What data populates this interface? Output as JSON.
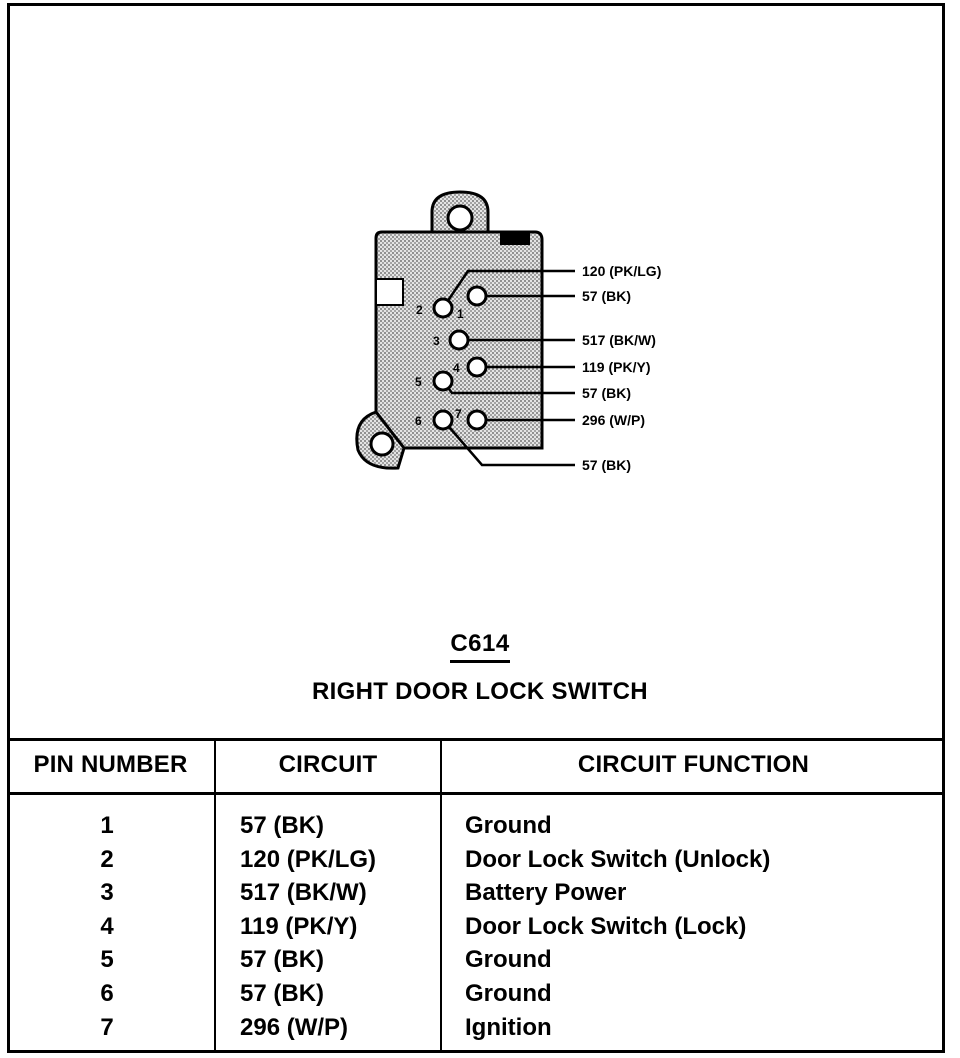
{
  "connector": {
    "id": "C614",
    "name": "RIGHT DOOR LOCK SWITCH"
  },
  "wire_labels": [
    {
      "pin": "2",
      "text": "120 (PK/LG)"
    },
    {
      "pin": "1",
      "text": "57 (BK)"
    },
    {
      "pin": "3",
      "text": "517 (BK/W)"
    },
    {
      "pin": "4",
      "text": "119 (PK/Y)"
    },
    {
      "pin": "5",
      "text": "57 (BK)"
    },
    {
      "pin": "7",
      "text": "296 (W/P)"
    },
    {
      "pin": "6",
      "text": "57 (BK)"
    }
  ],
  "pin_labels": [
    "2",
    "1",
    "3",
    "4",
    "5",
    "6",
    "7"
  ],
  "table": {
    "headers": [
      "PIN NUMBER",
      "CIRCUIT",
      "CIRCUIT FUNCTION"
    ],
    "rows": [
      {
        "pin": "1",
        "circuit": "57 (BK)",
        "function": "Ground"
      },
      {
        "pin": "2",
        "circuit": "120 (PK/LG)",
        "function": "Door Lock Switch (Unlock)"
      },
      {
        "pin": "3",
        "circuit": "517 (BK/W)",
        "function": "Battery Power"
      },
      {
        "pin": "4",
        "circuit": "119 (PK/Y)",
        "function": "Door Lock Switch (Lock)"
      },
      {
        "pin": "5",
        "circuit": "57 (BK)",
        "function": "Ground"
      },
      {
        "pin": "6",
        "circuit": "57 (BK)",
        "function": "Ground"
      },
      {
        "pin": "7",
        "circuit": "296 (W/P)",
        "function": "Ignition"
      }
    ]
  },
  "colors": {
    "ink": "#000000",
    "connector_fill": "#d4d4d4",
    "background": "#ffffff"
  }
}
